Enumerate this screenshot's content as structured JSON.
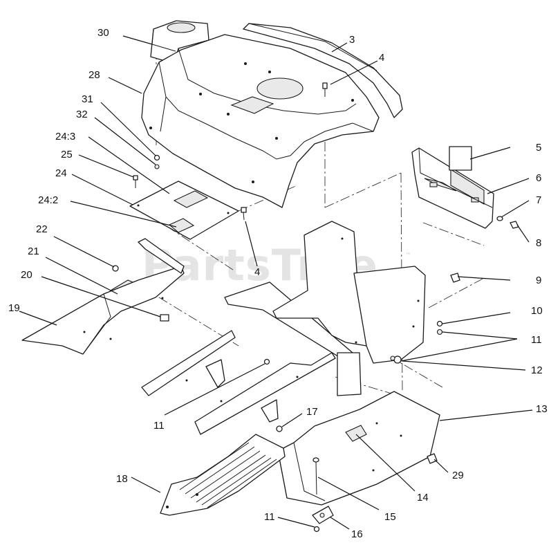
{
  "watermark": {
    "text": "PartsTree",
    "mark": "™"
  },
  "callouts": {
    "c30": "30",
    "c28": "28",
    "c3": "3",
    "c4a": "4",
    "c31": "31",
    "c32": "32",
    "c24_3": "24:3",
    "c25": "25",
    "c24": "24",
    "c24_2": "24:2",
    "c5": "5",
    "c6": "6",
    "c7": "7",
    "c8": "8",
    "c22": "22",
    "c21": "21",
    "c20": "20",
    "c19": "19",
    "c4b": "4",
    "c9": "9",
    "c10": "10",
    "c11a": "11",
    "c12": "12",
    "c11b": "11",
    "c13": "13",
    "c17": "17",
    "c29": "29",
    "c18": "18",
    "c14": "14",
    "c15": "15",
    "c11c": "11",
    "c16": "16"
  }
}
